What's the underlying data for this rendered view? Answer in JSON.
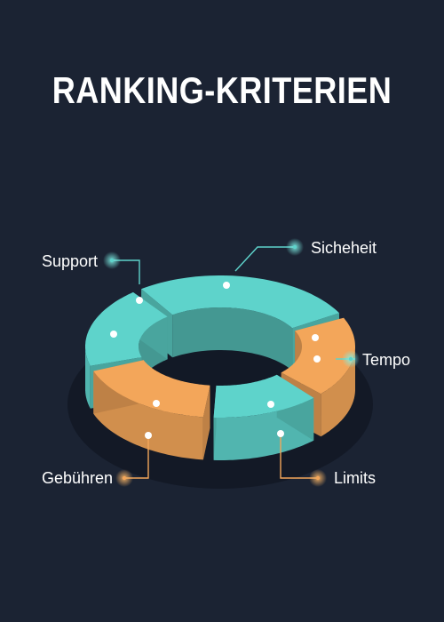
{
  "title": "RANKING-KRITERIEN",
  "colors": {
    "background": "#1b2333",
    "teal": "#5ed3cb",
    "orange": "#f3a65a"
  },
  "segments": [
    {
      "label": "Sicheheit",
      "color": "teal"
    },
    {
      "label": "Tempo",
      "color": "orange"
    },
    {
      "label": "Limits",
      "color": "teal"
    },
    {
      "label": "Gebühren",
      "color": "orange"
    },
    {
      "label": "Support",
      "color": "teal"
    }
  ]
}
